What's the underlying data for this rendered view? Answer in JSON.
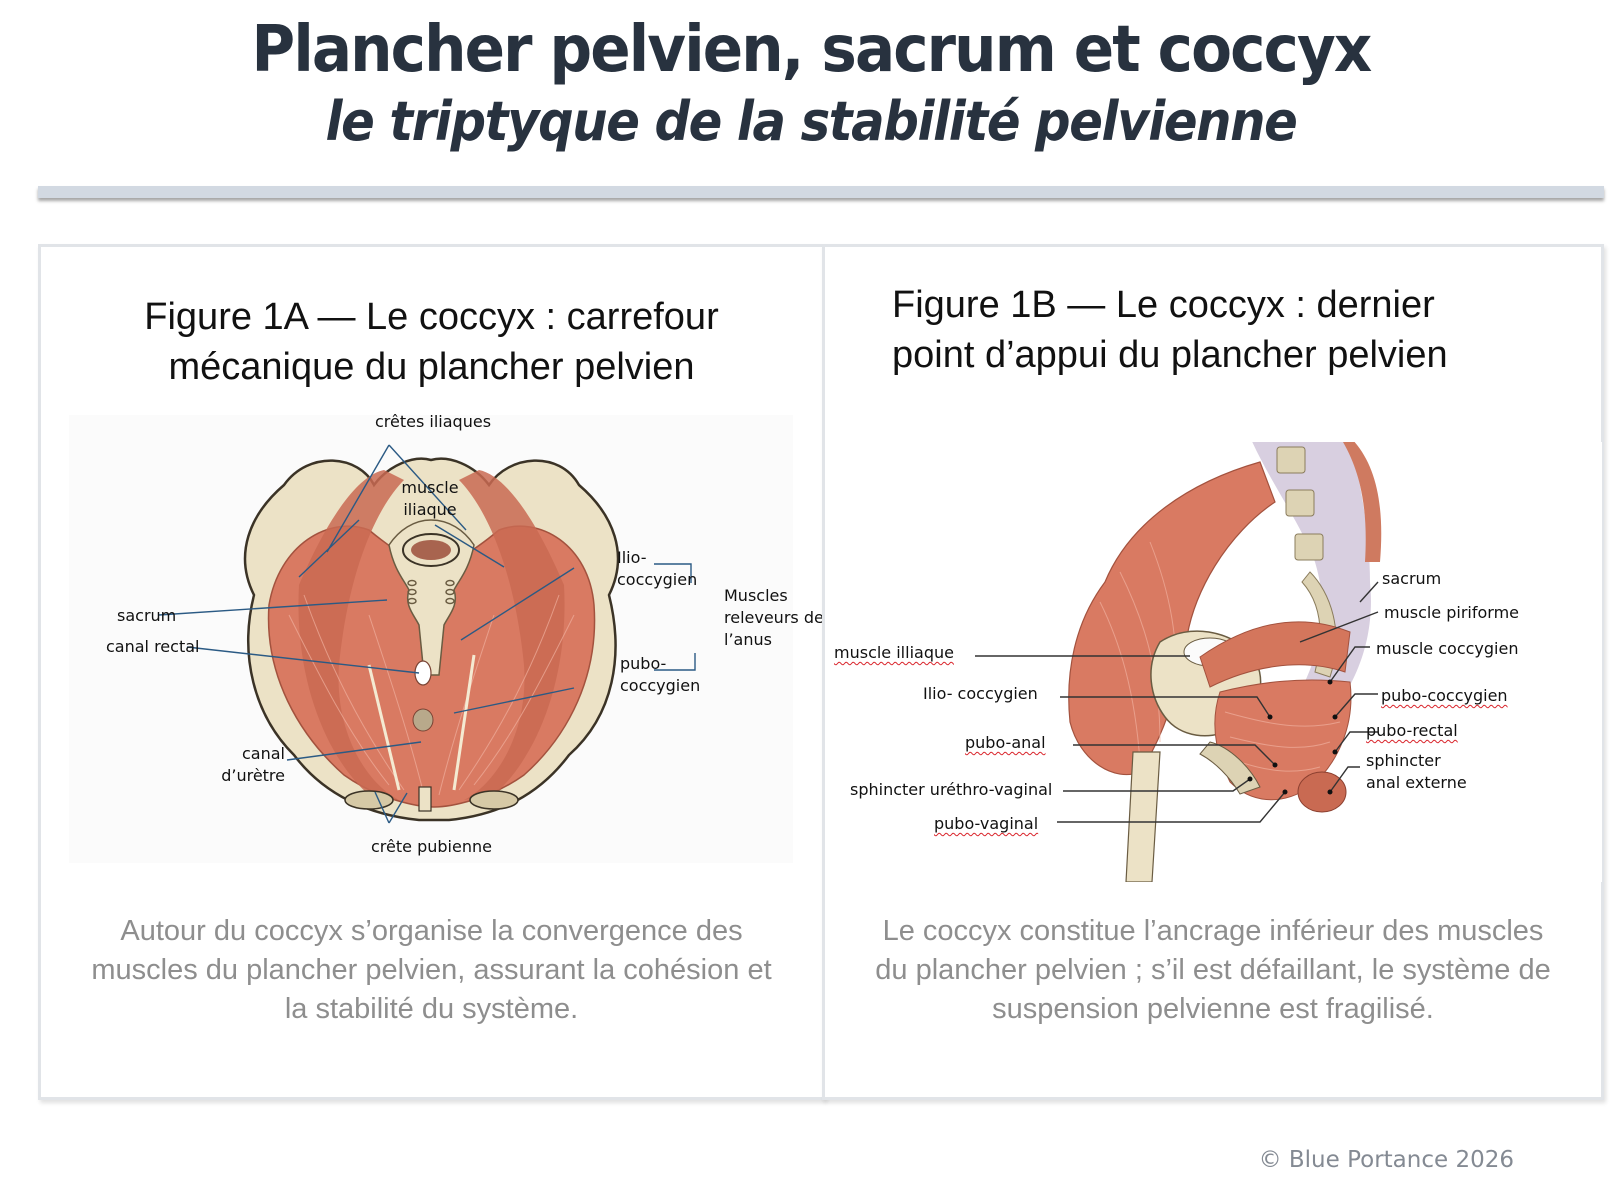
{
  "header": {
    "title": "Plancher pelvien, sacrum et coccyx",
    "subtitle": "le triptyque de la stabilité pelvienne"
  },
  "colors": {
    "title": "#28323f",
    "rule": "#d2d9e2",
    "muscle": "#d97a62",
    "bone": "#ece2c6",
    "leader_line_a": "#2b5a84",
    "leader_line_b": "#222222",
    "caption": "#8e8e8e",
    "footer": "#848a93"
  },
  "panels": [
    {
      "id": "1A",
      "title_line1": "Figure 1A — Le coccyx : carrefour",
      "title_line2": "mécanique du plancher pelvien",
      "figure_labels": {
        "cretes_iliaques": "crêtes iliaques",
        "muscle_iliaque": "muscle iliaque",
        "sacrum": "sacrum",
        "canal_rectal": "canal rectal",
        "ilio_coccygien": "Ilio-coccygien",
        "muscles_releveurs": "Muscles releveurs de l’anus",
        "pubo_coccygien": "pubo-coccygien",
        "canal_uretre": "canal d’urètre",
        "crete_pubienne": "crête pubienne"
      },
      "caption": "Autour du coccyx s’organise la convergence des muscles du plancher pelvien, assurant la cohésion et la stabilité du système."
    },
    {
      "id": "1B",
      "title_line1": "Figure 1B — Le coccyx : dernier",
      "title_line2": "point d’appui du plancher pelvien",
      "figure_labels": {
        "sacrum": "sacrum",
        "muscle_piriforme": "muscle piriforme",
        "muscle_coccygien": "muscle coccygien",
        "muscle_illiaque": "muscle illiaque",
        "ilio_coccygien": "Ilio- coccygien",
        "pubo_coccygien": "pubo-coccygien",
        "pubo_rectal": "pubo-rectal",
        "pubo_anal": "pubo-anal",
        "sphincter_anal_externe": "sphincter anal externe",
        "sphincter_urethro_vaginal": "sphincter uréthro-vaginal",
        "pubo_vaginal": "pubo-vaginal"
      },
      "caption": "Le coccyx constitue l’ancrage inférieur des muscles du plancher pelvien ; s’il est défaillant, le système de suspension pelvienne est fragilisé."
    }
  ],
  "footer": {
    "copyright": "© Blue Portance 2026"
  }
}
